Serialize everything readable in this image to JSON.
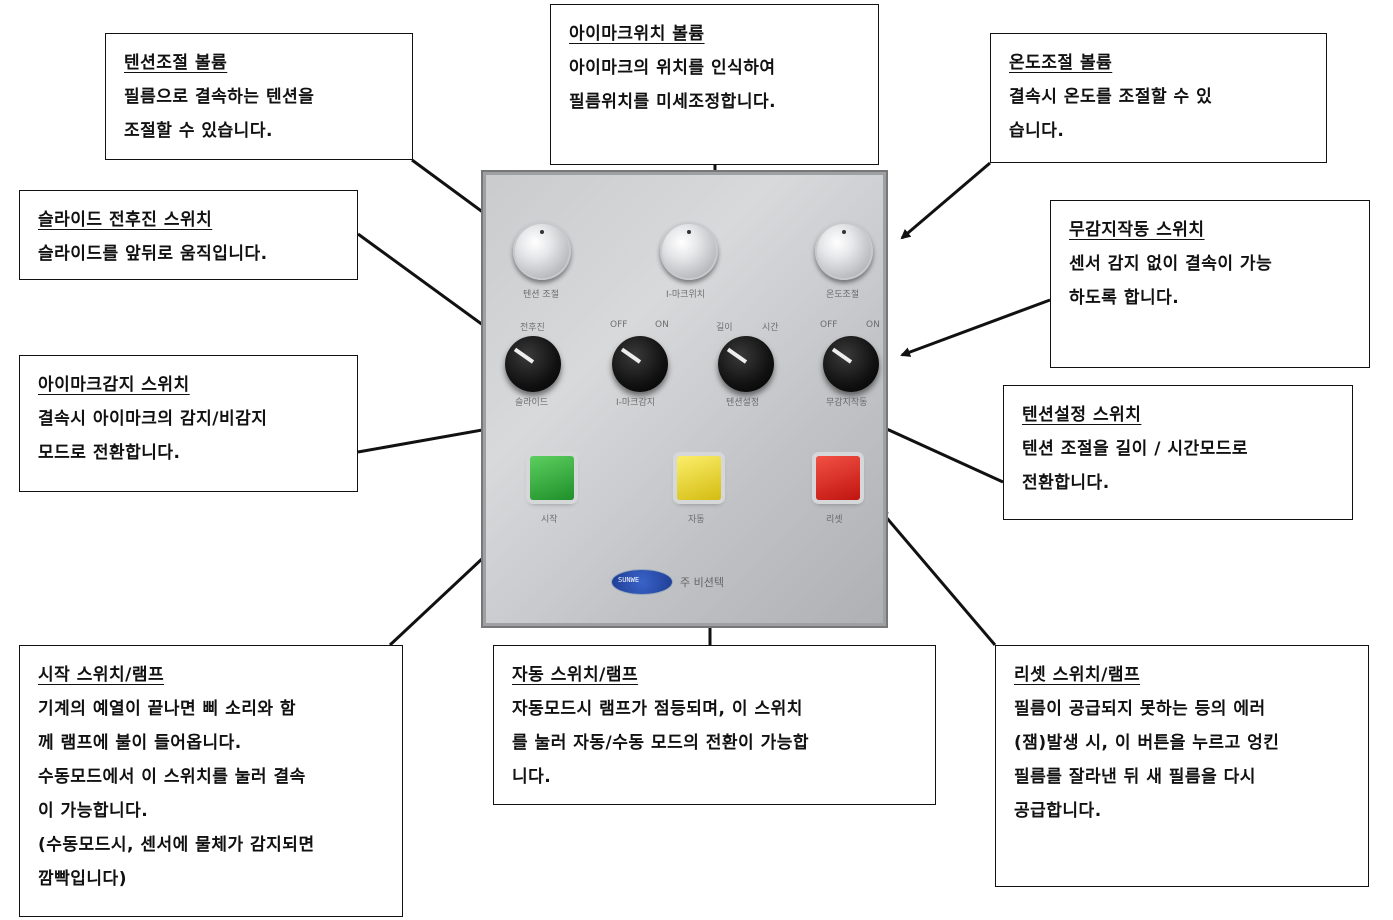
{
  "callouts": {
    "tension_volume": {
      "title": "텐션조절 볼륨",
      "lines": [
        "필름으로 결속하는 텐션을",
        "조절할 수 있습니다."
      ]
    },
    "eyemark_volume": {
      "title": "아이마크위치 볼륨",
      "lines": [
        "아이마크의 위치를 인식하여",
        "필름위치를 미세조정합니다."
      ]
    },
    "temperature_volume": {
      "title": "온도조절 볼륨",
      "lines": [
        "결속시 온도를 조절할 수 있",
        "습니다."
      ]
    },
    "slide_switch": {
      "title": "슬라이드 전후진 스위치",
      "lines": [
        "슬라이드를 앞뒤로 움직입니다."
      ]
    },
    "no_sense_switch": {
      "title": "무감지작동 스위치",
      "lines": [
        "센서 감지 없이 결속이 가능",
        "하도록 합니다."
      ]
    },
    "eyemark_sense_switch": {
      "title": "아이마크감지 스위치",
      "lines": [
        "결속시 아이마크의 감지/비감지",
        "모드로 전환합니다."
      ]
    },
    "tension_set_switch": {
      "title": "텐션설정 스위치",
      "lines": [
        "텐션 조절을 길이 / 시간모드로",
        "전환합니다."
      ]
    },
    "start_switch": {
      "title": "시작 스위치/램프",
      "lines": [
        "기계의 예열이 끝나면 삐 소리와 함",
        "께 램프에 불이 들어옵니다.",
        "수동모드에서 이 스위치를 눌러 결속",
        "이 가능합니다.",
        "(수동모드시, 센서에 물체가 감지되면",
        "깜빡입니다)"
      ]
    },
    "auto_switch": {
      "title": "자동 스위치/램프",
      "lines": [
        "자동모드시 램프가 점등되며, 이 스위치",
        "를 눌러 자동/수동 모드의 전환이 가능합",
        "니다."
      ]
    },
    "reset_switch": {
      "title": "리셋 스위치/램프",
      "lines": [
        "필름이 공급되지 못하는 등의 에러",
        "(잼)발생 시, 이 버튼을 누르고 엉킨",
        "필름를 잘라낸 뒤 새 필름을 다시",
        "공급합니다."
      ]
    }
  },
  "panel": {
    "knob_labels": [
      "텐션 조절",
      "I-마크위치",
      "온도조절"
    ],
    "switch_top_labels": [
      "전후진",
      "OFF",
      "ON",
      "길이",
      "시간",
      "OFF",
      "ON"
    ],
    "switch_bottom_labels": [
      "슬라이드",
      "I-마크감지",
      "텐션설정",
      "무감지작동"
    ],
    "lamp_labels": [
      "시작",
      "자동",
      "리셋"
    ],
    "lamp_colors": {
      "start": "#2fae3a",
      "auto": "#e8d62a",
      "reset": "#e0261d"
    },
    "brand": "주 비션텍"
  }
}
